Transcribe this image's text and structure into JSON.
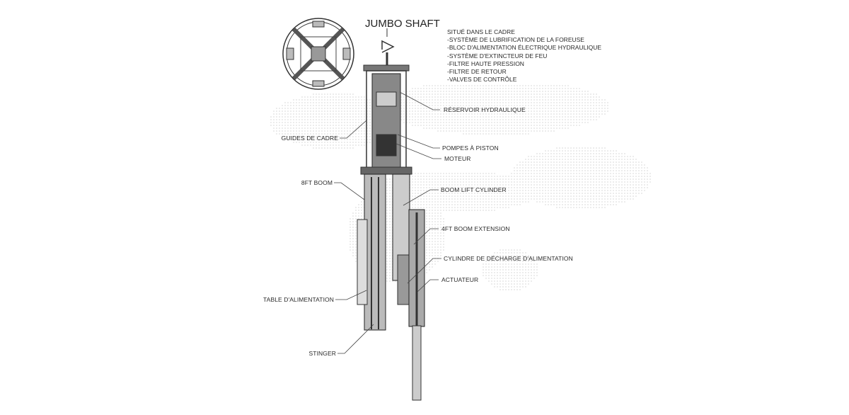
{
  "title": "JUMBO SHAFT",
  "info_block": {
    "heading": "SITUÉ DANS LE CADRE",
    "items": [
      "-SYSTÈME DE LUBRIFICATION DE LA FOREUSE",
      "-BLOC D'ALIMENTATION ÉLECTRIQUE HYDRAULIQUE",
      "-SYSTÈME D'EXTINCTEUR DE FEU",
      "-FILTRE HAUTE PRESSION",
      "-FILTRE DE RETOUR",
      "-VALVES DE CONTRÔLE"
    ]
  },
  "labels": {
    "reservoir": "RÉSERVOIR HYDRAULIQUE",
    "guides": "GUIDES DE CADRE",
    "pompes": "POMPES À PISTON",
    "moteur": "MOTEUR",
    "boom8": "8FT BOOM",
    "boom_lift": "BOOM LIFT CYLINDER",
    "boom_ext": "4FT BOOM EXTENSION",
    "cylindre": "CYLINDRE DE DÉCHARGE D'ALIMENTATION",
    "actuateur": "ACTUATEUR",
    "table": "TABLE D'ALIMENTATION",
    "stinger": "STINGER"
  },
  "colors": {
    "line": "#333333",
    "dots": "#ececec"
  }
}
